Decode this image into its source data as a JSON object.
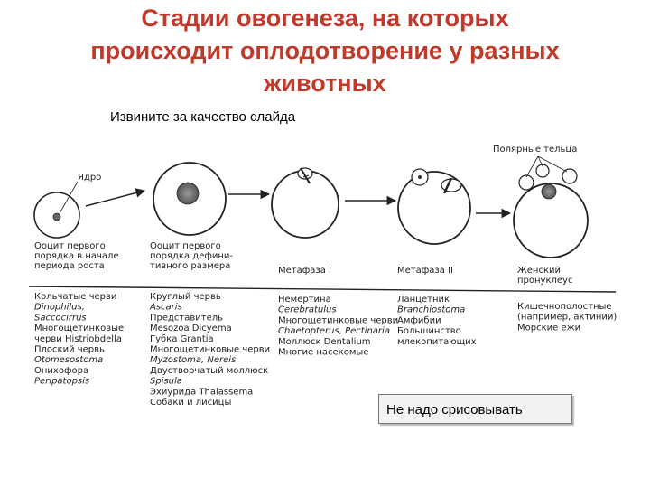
{
  "slide": {
    "title_line1": "Стадии овогенеза, на которых",
    "title_line2": "происходит оплодотворение у разных",
    "title_line3": "животных",
    "subtitle": "Извините за качество слайда",
    "note": "Не надо срисовывать"
  },
  "diagram": {
    "label_nucleus": "Ядро",
    "label_polar_bodies": "Полярные тельца",
    "stages": [
      {
        "caption": [
          "Ооцит первого",
          "порядка в начале",
          "периода роста"
        ]
      },
      {
        "caption": [
          "Ооцит первого",
          "порядка дефини-",
          "тивного размера"
        ]
      },
      {
        "caption": [
          "Метафаза I"
        ]
      },
      {
        "caption": [
          "Метафаза II"
        ]
      },
      {
        "caption": [
          "Женский",
          "пронуклеус"
        ]
      }
    ],
    "columns": [
      {
        "lines": [
          {
            "t": "Кольчатые черви",
            "i": false
          },
          {
            "t": "Dinophilus,",
            "i": true
          },
          {
            "t": "Saccocirrus",
            "i": true
          },
          {
            "t": "Многощетинковые",
            "i": false
          },
          {
            "t": "черви  Histriobdella",
            "i": false
          },
          {
            "t": "Плоский червь",
            "i": false
          },
          {
            "t": "Otomesostoma",
            "i": true
          },
          {
            "t": "Онихофора",
            "i": false
          },
          {
            "t": "Peripatopsis",
            "i": true
          }
        ]
      },
      {
        "lines": [
          {
            "t": "Круглый червь",
            "i": false
          },
          {
            "t": "Ascaris",
            "i": true
          },
          {
            "t": "Представитель",
            "i": false
          },
          {
            "t": "Mesozoa Dicyema",
            "i": false
          },
          {
            "t": "Губка Grantia",
            "i": false
          },
          {
            "t": "Многощетинковые черви",
            "i": false
          },
          {
            "t": "Myzostoma, Nereis",
            "i": true
          },
          {
            "t": "Двустворчатый моллюск",
            "i": false
          },
          {
            "t": "Spisula",
            "i": true
          },
          {
            "t": "Эхиурида Thalassema",
            "i": false
          },
          {
            "t": "Собаки и лисицы",
            "i": false
          }
        ]
      },
      {
        "lines": [
          {
            "t": "Немертина",
            "i": false
          },
          {
            "t": "Cerebratulus",
            "i": true
          },
          {
            "t": "Многощетинковые черви",
            "i": false
          },
          {
            "t": "Chaetopterus, Pectinaria",
            "i": true
          },
          {
            "t": "Моллюск Dentalium",
            "i": false
          },
          {
            "t": "Многие насекомые",
            "i": false
          }
        ]
      },
      {
        "lines": [
          {
            "t": "Ланцетник",
            "i": false
          },
          {
            "t": "Branchiostoma",
            "i": true
          },
          {
            "t": "Амфибии",
            "i": false
          },
          {
            "t": "Большинство",
            "i": false
          },
          {
            "t": "млекопитающих",
            "i": false
          }
        ]
      },
      {
        "lines": [
          {
            "t": "Кишечнополостные",
            "i": false
          },
          {
            "t": "(например, актинии)",
            "i": false
          },
          {
            "t": "Морские ежи",
            "i": false
          }
        ]
      }
    ]
  }
}
